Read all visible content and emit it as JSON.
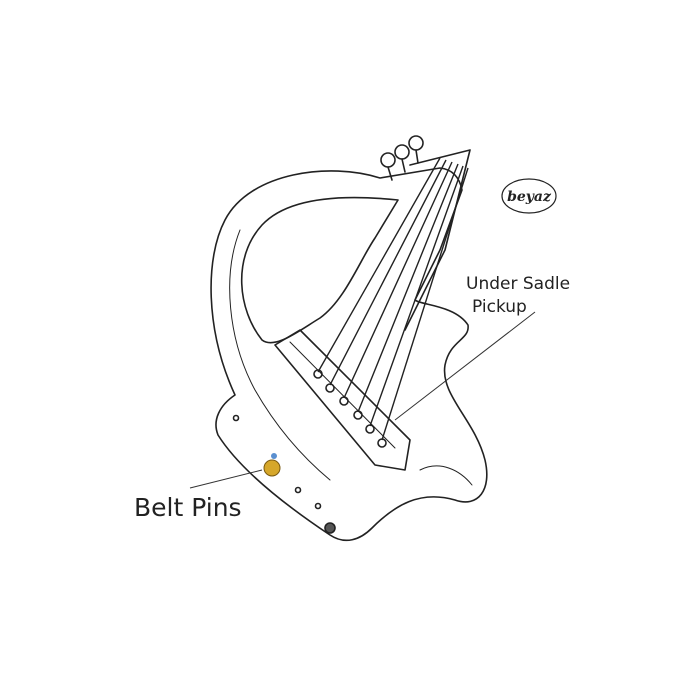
{
  "labels": {
    "under_sadle_line1": "Under Sadle",
    "under_sadle_line2": "Pickup",
    "belt_pins": "Belt Pins"
  },
  "logo": {
    "text": "beyaz"
  },
  "colors": {
    "line": "#222222",
    "belt_pin": "#d6a72a",
    "belt_pin_cap": "#5a8fd0"
  }
}
